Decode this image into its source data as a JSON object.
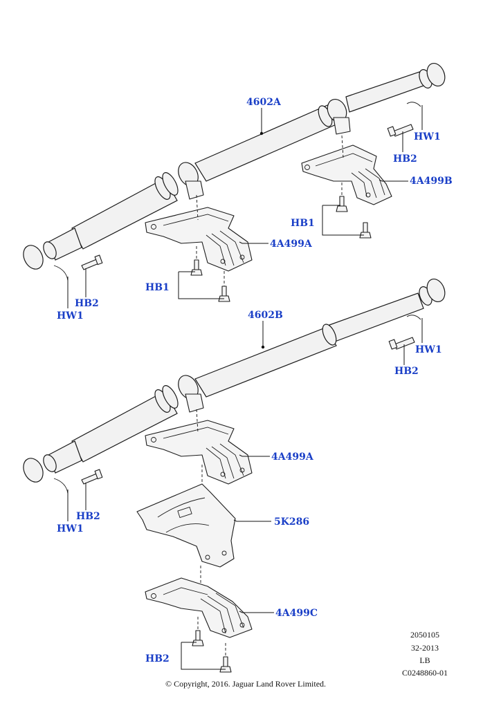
{
  "callouts": {
    "shaft_a": "4602A",
    "shaft_b": "4602B",
    "bracket_a_upper": "4A499A",
    "bracket_b": "4A499B",
    "bracket_a_lower": "4A499A",
    "heat_shield": "5K286",
    "bracket_c": "4A499C",
    "hb1_upper_left": "HB1",
    "hb1_upper_right": "HB1",
    "hb2_front_upper": "HB2",
    "hw1_front_upper": "HW1",
    "hb2_rear_upper": "HB2",
    "hw1_rear_upper": "HW1",
    "hb2_rear_lower": "HB2",
    "hw1_rear_lower": "HW1",
    "hb2_front_lower": "HB2",
    "hw1_front_lower": "HW1",
    "hb2_bottom": "HB2"
  },
  "meta": {
    "line1": "2050105",
    "line2": "32-2013",
    "line3": "LB",
    "line4": "C0248860-01"
  },
  "copyright": "© Copyright, 2016. Jaguar Land Rover Limited.",
  "colors": {
    "callout": "#1a3fc7",
    "line": "#1a1a1a",
    "fill": "#f4f4f4"
  }
}
